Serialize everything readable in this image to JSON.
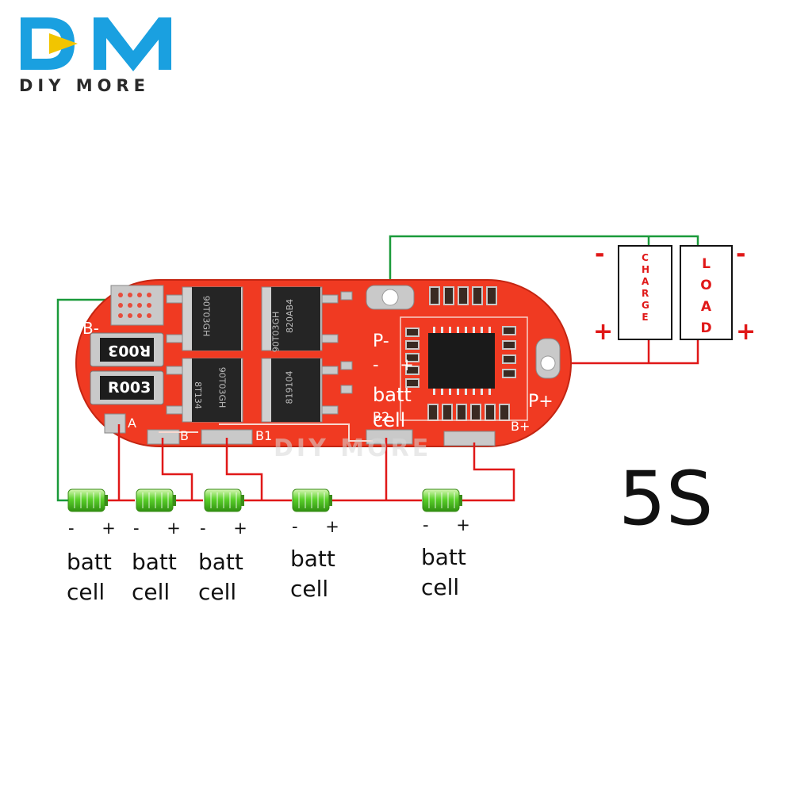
{
  "brand": {
    "logo_text": "DM",
    "name": "DIY MORE",
    "colors": {
      "logo_blue": "#1aa0e0",
      "logo_yellow": "#f2c500"
    }
  },
  "board": {
    "color": "#f03a22",
    "pad_labels": {
      "b_minus": "B-",
      "a": "A",
      "b": "B",
      "b1": "B1",
      "b2": "B2",
      "b_plus": "B+",
      "p_minus": "P-",
      "p_plus": "P+"
    },
    "resistor_marking_1": "R003",
    "resistor_marking_2": "R003",
    "mosfet_markings": [
      "90T03GH",
      "820AB4",
      "90T03GH",
      "819104",
      "90T03GH",
      "8T134"
    ],
    "watermark": "DIY MORE"
  },
  "terminals": {
    "charge": {
      "label": "CHARGE",
      "minus": "-",
      "plus": "+"
    },
    "load": {
      "label": "LOAD",
      "minus": "-",
      "plus": "+"
    }
  },
  "cells": [
    {
      "polarity": "-  +",
      "label": "batt\ncell"
    },
    {
      "polarity": "-  +",
      "label": "batt\ncell"
    },
    {
      "polarity": "-  +",
      "label": "batt\ncell"
    },
    {
      "polarity": "-  +",
      "label": "batt\ncell"
    },
    {
      "polarity": "-  +",
      "label": "batt\ncell"
    }
  ],
  "overlay_cell": {
    "polarity": "-  +",
    "label": "batt\ncell"
  },
  "config_label": "5S",
  "colors": {
    "wire_red": "#e01818",
    "wire_green": "#1a9a3a",
    "battery_green": "#5ad12a"
  }
}
